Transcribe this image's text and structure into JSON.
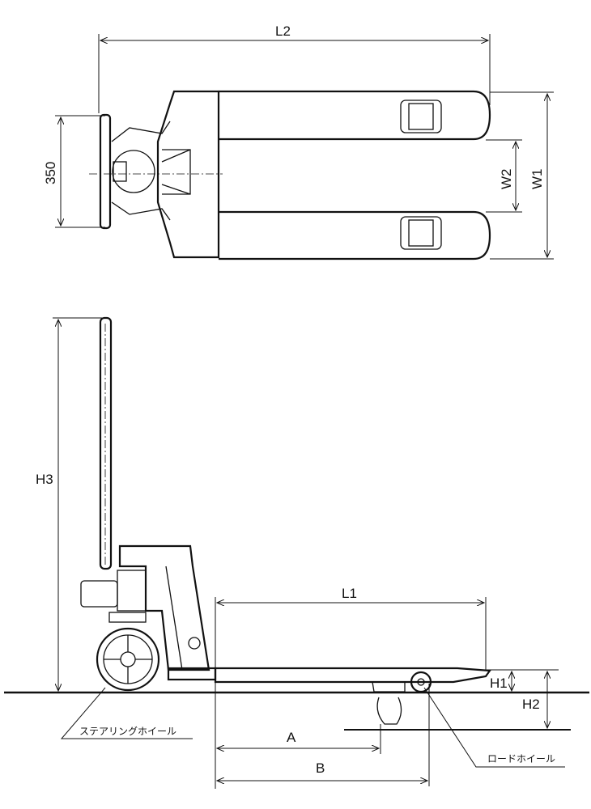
{
  "top_view": {
    "dimensions": {
      "l2": "L2",
      "width_350": "350",
      "w2": "W2",
      "w1": "W1"
    }
  },
  "side_view": {
    "dimensions": {
      "h3": "H3",
      "l1": "L1",
      "h1": "H1",
      "h2": "H2",
      "a": "A",
      "b": "B"
    },
    "callouts": {
      "steering_wheel": "ステアリングホイール",
      "load_wheel": "ロードホイール"
    }
  }
}
